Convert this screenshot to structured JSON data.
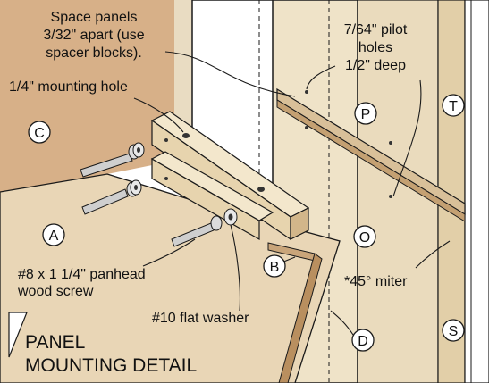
{
  "annotations": {
    "space_panels": [
      "Space panels",
      "3/32\" apart (use",
      "spacer blocks)."
    ],
    "pilot_holes": [
      "7/64\" pilot",
      "holes",
      "1/2\" deep"
    ],
    "mounting_hole": "1/4\" mounting hole",
    "screw": [
      "#8 x 1 1/4\" panhead",
      "wood screw"
    ],
    "washer": "#10 flat washer",
    "miter": "*45° miter",
    "title": [
      "PANEL",
      "MOUNTING DETAIL"
    ]
  },
  "parts": {
    "A": "A",
    "B": "B",
    "C": "C",
    "D": "D",
    "O": "O",
    "P": "P",
    "S": "S",
    "T": "T"
  },
  "colors": {
    "wood_light": "#f1e6cf",
    "wood_mid": "#e3d2b0",
    "wood_dark": "#c9a57a",
    "panel_left": "#d9b48c",
    "floor": "#ead9bd",
    "outline": "#1a1a1a"
  }
}
